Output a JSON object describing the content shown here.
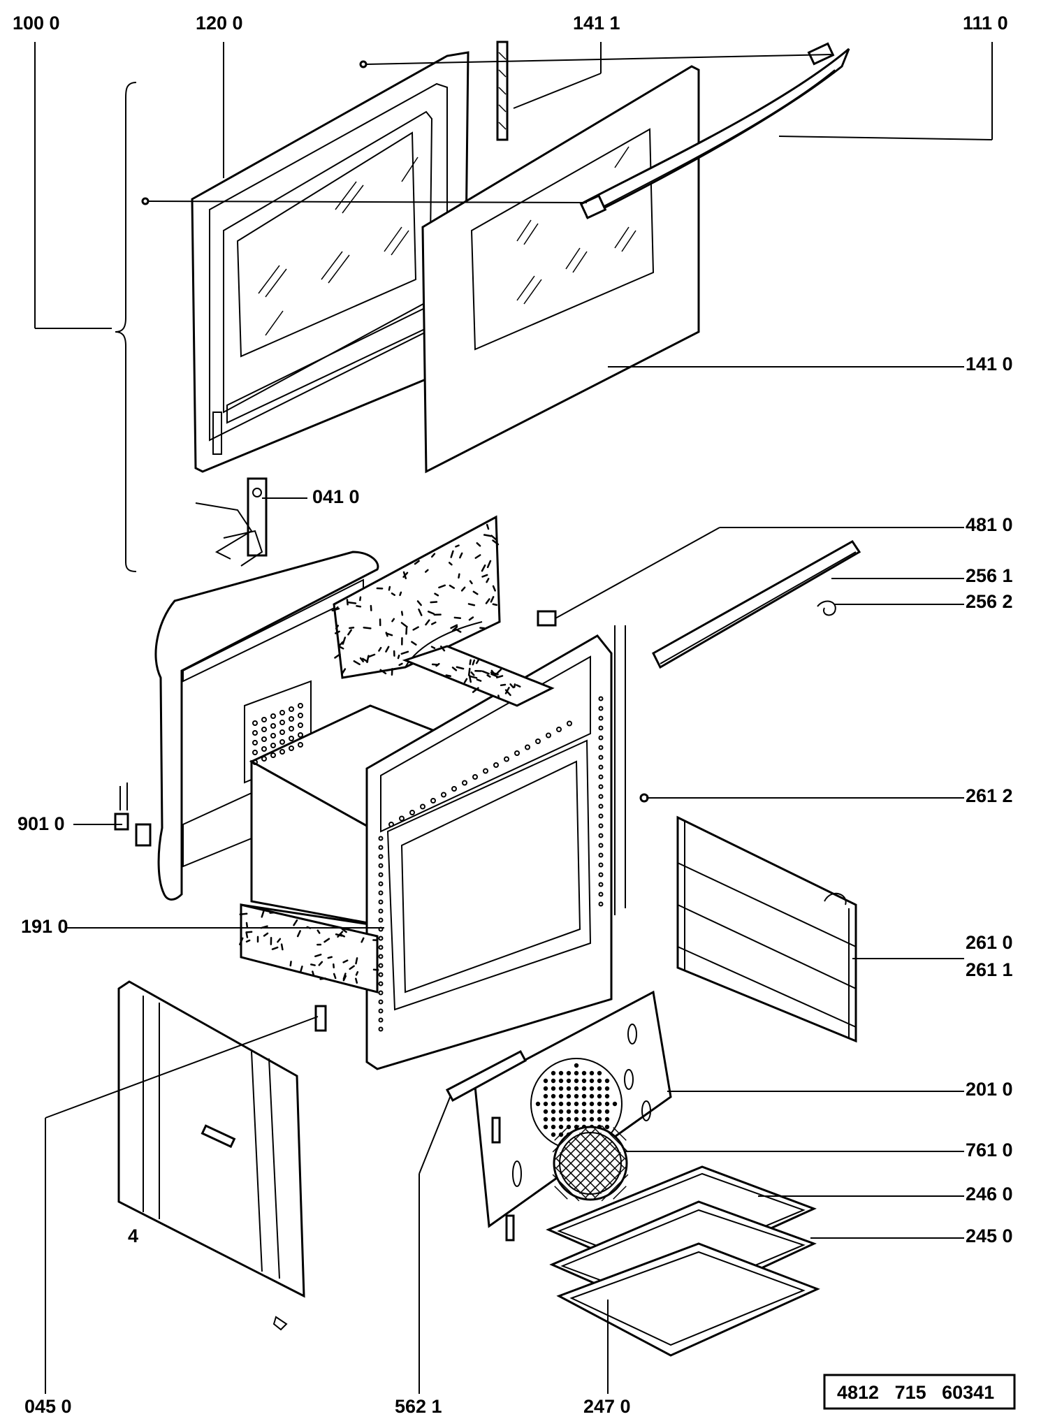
{
  "labels": {
    "p1000": "100 0",
    "p1200": "120  0",
    "p1411": "141 1",
    "p1110": "111 0",
    "p1410": "141 0",
    "p0410": "041 0",
    "p4810": "481 0",
    "p2561": "256 1",
    "p2562": "256 2",
    "p2612": "261 2",
    "p9010": "901 0",
    "p1910": "191 0",
    "p2610": "261 0",
    "p2611": "261 1",
    "p2010": "201 0",
    "p7610": "761 0",
    "p2460": "246 0",
    "p2450": "245 0",
    "p0450": "045 0",
    "p5621": "562 1",
    "p2470": "247  0",
    "side_mark": "4"
  },
  "document_number": "4812   715   60341"
}
